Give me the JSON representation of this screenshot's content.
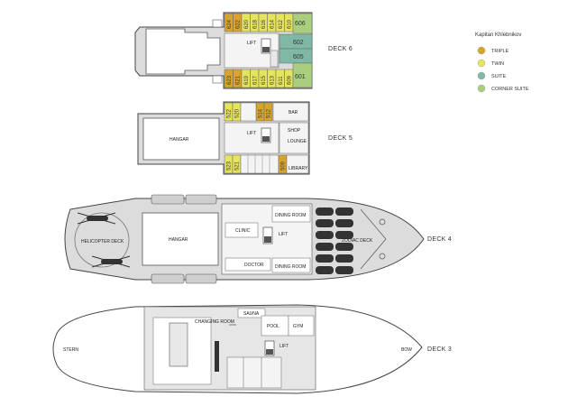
{
  "legend": {
    "title": "Kapitan Khlebnikov",
    "items": [
      {
        "label": "TRIPLE",
        "color": "#d7a52e"
      },
      {
        "label": "TWIN",
        "color": "#e6e35c"
      },
      {
        "label": "SUITE",
        "color": "#7fb8a4"
      },
      {
        "label": "CORNER SUITE",
        "color": "#a9cf7e"
      }
    ]
  },
  "colors": {
    "triple": "#d7a52e",
    "twin": "#e6e35c",
    "suite": "#7fb8a4",
    "corner": "#a9cf7e",
    "deck_fill": "#dcdcdc",
    "room_fill": "#f4f4f4"
  },
  "decks": {
    "d6": {
      "label": "DECK 6",
      "lift": "LIFT",
      "top_cabins": [
        "624",
        "622",
        "620",
        "618",
        "616",
        "614",
        "612",
        "610"
      ],
      "bottom_cabins": [
        "623",
        "621",
        "619",
        "617",
        "615",
        "613",
        "611",
        "609"
      ],
      "suites": [
        "606",
        "602",
        "605",
        "601"
      ]
    },
    "d5": {
      "label": "DECK 5",
      "hangar": "HANGAR",
      "lift": "LIFT",
      "bar": "BAR",
      "shop": "SHOP",
      "lounge": "LOUNGE",
      "library": "LIBRARY",
      "top_cabins": [
        "522",
        "520",
        "514",
        "512"
      ],
      "bottom_cabins": [
        "523",
        "521",
        "509"
      ]
    },
    "d4": {
      "label": "DECK 4",
      "helideck": "HELICOPTER DECK",
      "hangar": "HANGAR",
      "clinic": "CLINIC",
      "doctor": "DOCTOR",
      "lift": "LIFT",
      "dining1": "DINING ROOM",
      "dining2": "DINING ROOM",
      "zodiac": "ZODIAC DECK"
    },
    "d3": {
      "label": "DECK 3",
      "stern": "STERN",
      "bow": "BOW",
      "changing": "CHANGING ROOM",
      "sauna": "SAUNA",
      "pool": "POOL",
      "gym": "GYM",
      "lift": "LIFT"
    }
  }
}
